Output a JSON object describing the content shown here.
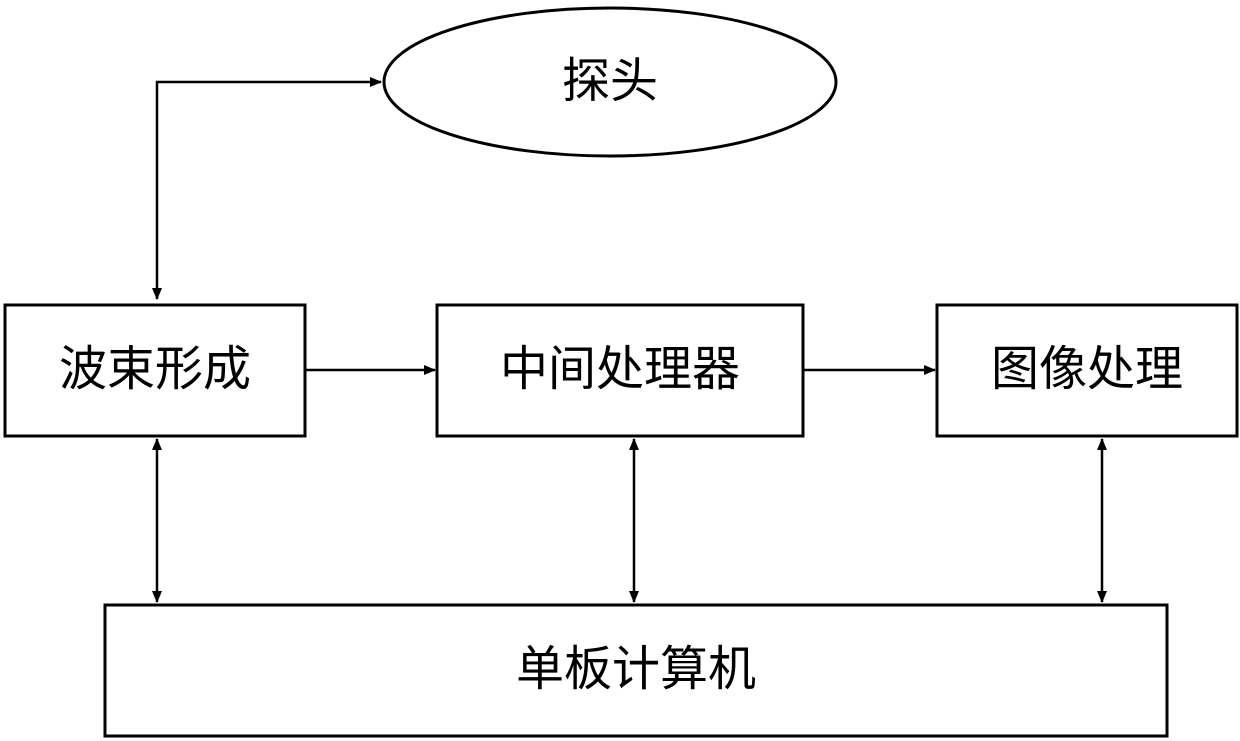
{
  "nodes": {
    "probe": {
      "label": "探头"
    },
    "beamforming": {
      "label": "波束形成"
    },
    "intermediate_processor": {
      "label": "中间处理器"
    },
    "image_processing": {
      "label": "图像处理"
    },
    "single_board_computer": {
      "label": "单板计算机"
    }
  },
  "edges": [
    {
      "from": "beamforming",
      "to": "probe",
      "direction": "bidirectional"
    },
    {
      "from": "beamforming",
      "to": "intermediate_processor",
      "direction": "forward"
    },
    {
      "from": "intermediate_processor",
      "to": "image_processing",
      "direction": "forward"
    },
    {
      "from": "beamforming",
      "to": "single_board_computer",
      "direction": "bidirectional"
    },
    {
      "from": "intermediate_processor",
      "to": "single_board_computer",
      "direction": "bidirectional"
    },
    {
      "from": "image_processing",
      "to": "single_board_computer",
      "direction": "bidirectional"
    }
  ],
  "colors": {
    "stroke": "#000000",
    "fill": "#ffffff"
  }
}
